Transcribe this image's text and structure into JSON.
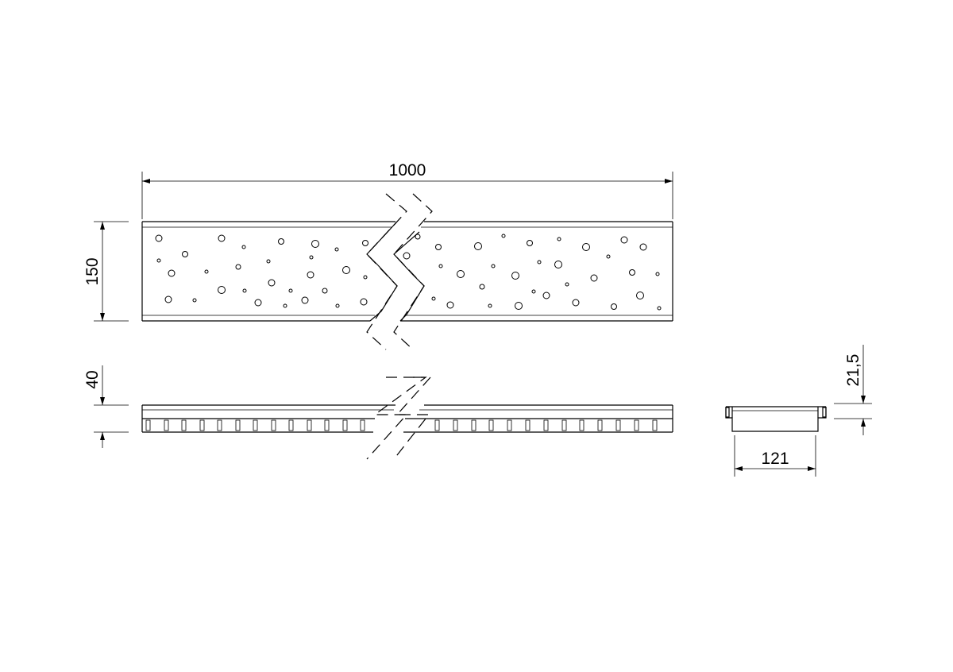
{
  "dimensions": {
    "length": "1000",
    "width": "150",
    "height": "40",
    "profile_width": "121",
    "profile_depth": "21,5"
  },
  "colors": {
    "line": "#000000",
    "background": "#ffffff"
  }
}
